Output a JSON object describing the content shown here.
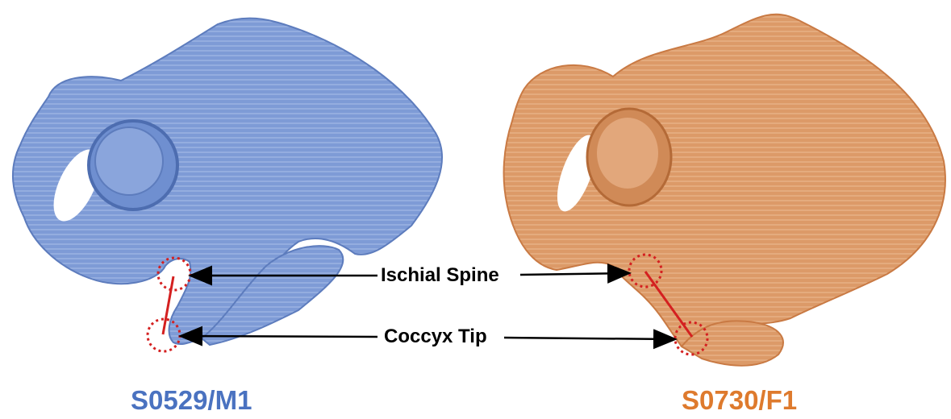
{
  "labels": {
    "ischial_spine": "Ischial Spine",
    "coccyx_tip": "Coccyx Tip"
  },
  "subjects": [
    {
      "id": "S0529/M1",
      "color": "#4a72c0"
    },
    {
      "id": "S0730/F1",
      "color": "#de7a2d"
    }
  ],
  "colors": {
    "left_bone": "#7e9bd6",
    "right_bone": "#dc9a68",
    "marker": "#d42020",
    "arrow": "#000000"
  }
}
